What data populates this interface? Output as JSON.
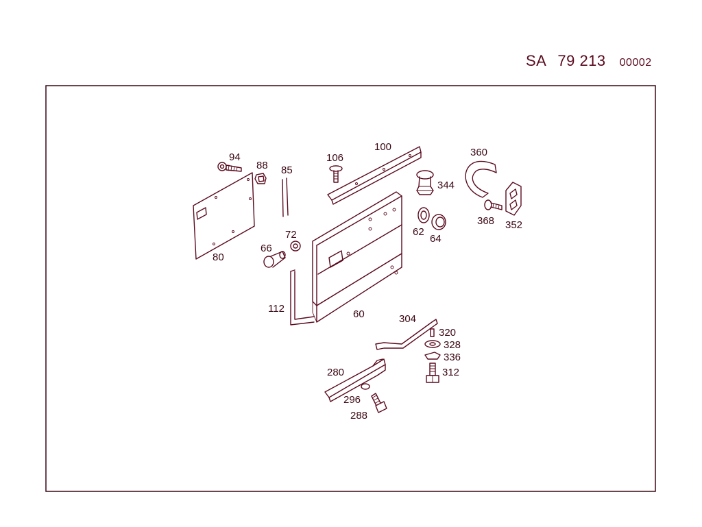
{
  "header": {
    "prefix": "SA",
    "number": "79 213",
    "sheet": "00002"
  },
  "colors": {
    "line": "#5a0a1e",
    "text": "#3a0714",
    "background": "#ffffff"
  },
  "parts": [
    {
      "id": "94",
      "label": "94"
    },
    {
      "id": "88",
      "label": "88"
    },
    {
      "id": "85",
      "label": "85"
    },
    {
      "id": "80",
      "label": "80"
    },
    {
      "id": "106",
      "label": "106"
    },
    {
      "id": "100",
      "label": "100"
    },
    {
      "id": "360",
      "label": "360"
    },
    {
      "id": "344",
      "label": "344"
    },
    {
      "id": "368",
      "label": "368"
    },
    {
      "id": "352",
      "label": "352"
    },
    {
      "id": "62",
      "label": "62"
    },
    {
      "id": "64",
      "label": "64"
    },
    {
      "id": "72",
      "label": "72"
    },
    {
      "id": "66",
      "label": "66"
    },
    {
      "id": "112",
      "label": "112"
    },
    {
      "id": "60",
      "label": "60"
    },
    {
      "id": "304",
      "label": "304"
    },
    {
      "id": "320",
      "label": "320"
    },
    {
      "id": "328",
      "label": "328"
    },
    {
      "id": "336",
      "label": "336"
    },
    {
      "id": "312",
      "label": "312"
    },
    {
      "id": "280",
      "label": "280"
    },
    {
      "id": "296",
      "label": "296"
    },
    {
      "id": "288",
      "label": "288"
    }
  ]
}
